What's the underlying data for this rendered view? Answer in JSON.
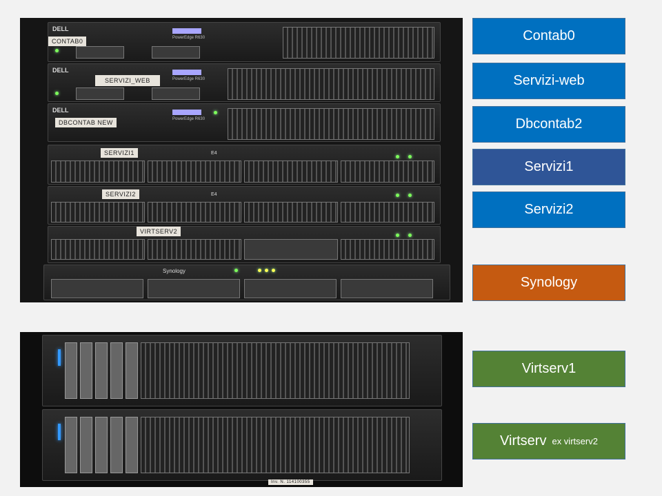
{
  "rack_top": {
    "server_labels": [
      "CONTAB0",
      "SERVIZI_WEB",
      "DBCONTAB  NEW",
      "SERVIZI1",
      "SERVIZI2",
      "VIRTSERV2"
    ],
    "dell_logo": "DELL",
    "model": "PowerEdge R630",
    "e4_brand": "E4",
    "synology_brand": "Synology"
  },
  "rack_bottom": {
    "asset_tag": "Inv. N. 114100355"
  },
  "boxes": [
    {
      "label": "Contab0",
      "color": "#0070c0"
    },
    {
      "label": "Servizi-web",
      "color": "#0070c0"
    },
    {
      "label": "Dbcontab2",
      "color": "#0070c0"
    },
    {
      "label": "Servizi1",
      "color": "#2f5597"
    },
    {
      "label": "Servizi2",
      "color": "#0070c0"
    },
    {
      "label": "Synology",
      "color": "#c55a11"
    },
    {
      "label": "Virtserv1",
      "color": "#548235"
    },
    {
      "label": "Virtserv",
      "sublabel": "ex virtserv2",
      "color": "#548235"
    }
  ]
}
